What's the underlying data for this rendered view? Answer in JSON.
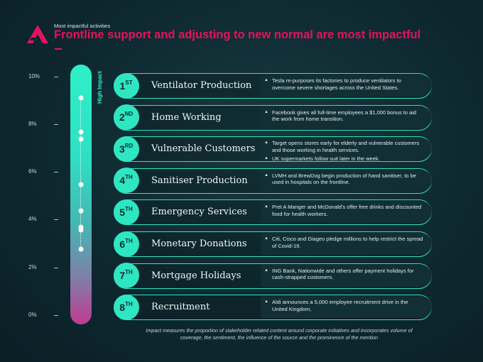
{
  "header": {
    "kicker": "Most impactful activities",
    "title": "Frontline support and adjusting to new normal are most impactful",
    "accent_color": "#e3135e"
  },
  "axis": {
    "ticks": [
      "10%",
      "8%",
      "6%",
      "4%",
      "2%",
      "0%"
    ],
    "high_label": "High Impact"
  },
  "chart_data": {
    "type": "scatter",
    "title": "Frontline support and adjusting to new normal are most impactful",
    "ylim": [
      0,
      10
    ],
    "yticks": [
      "0%",
      "2%",
      "4%",
      "6%",
      "8%",
      "10%"
    ],
    "points": [
      9.1,
      7.7,
      7.4,
      5.5,
      4.4,
      3.7,
      3.6,
      2.8
    ],
    "gradient": [
      "#2ef0c8",
      "#c13a92"
    ]
  },
  "activities": [
    {
      "rank": "1",
      "suffix": "ST",
      "label": "Ventilator Production",
      "notes": [
        "Tesla re-purposes its factories to produce ventilators to overcome severe shortages across the United States."
      ]
    },
    {
      "rank": "2",
      "suffix": "ND",
      "label": "Home Working",
      "notes": [
        "Facebook gives all full-time employees a $1,000 bonus to aid the work from home transition."
      ]
    },
    {
      "rank": "3",
      "suffix": "RD",
      "label": "Vulnerable Customers",
      "notes": [
        "Target opens stores early for elderly and vulnerable customers and those working in health services.",
        "UK supermarkets follow suit later in the  week."
      ]
    },
    {
      "rank": "4",
      "suffix": "TH",
      "label": "Sanitiser Production",
      "notes": [
        "LVMH and BrewDog begin production of hand sanitiser, to be used in hospitals on the frontline."
      ]
    },
    {
      "rank": "5",
      "suffix": "TH",
      "label": "Emergency Services",
      "notes": [
        "Pret A Manger and McDonald's offer free drinks and discounted food for health workers."
      ]
    },
    {
      "rank": "6",
      "suffix": "TH",
      "label": "Monetary Donations",
      "notes": [
        "Citi, Cisco and Diageo pledge millions to help restrict the spread of Covid-19."
      ]
    },
    {
      "rank": "7",
      "suffix": "TH",
      "label": "Mortgage Holidays",
      "notes": [
        "ING Bank, Nationwide and others offer payment holidays for cash-strapped customers."
      ]
    },
    {
      "rank": "8",
      "suffix": "TH",
      "label": "Recruitment",
      "notes": [
        "Aldi announces a 5,000 employee recruitment drive in the United Kingdom,"
      ]
    }
  ],
  "footnote": "Impact measures the proportion of stakeholder related content around corporate initiatives and incorporates volume of coverage, the sentiment, the influence of the source and the prominence of the mention"
}
